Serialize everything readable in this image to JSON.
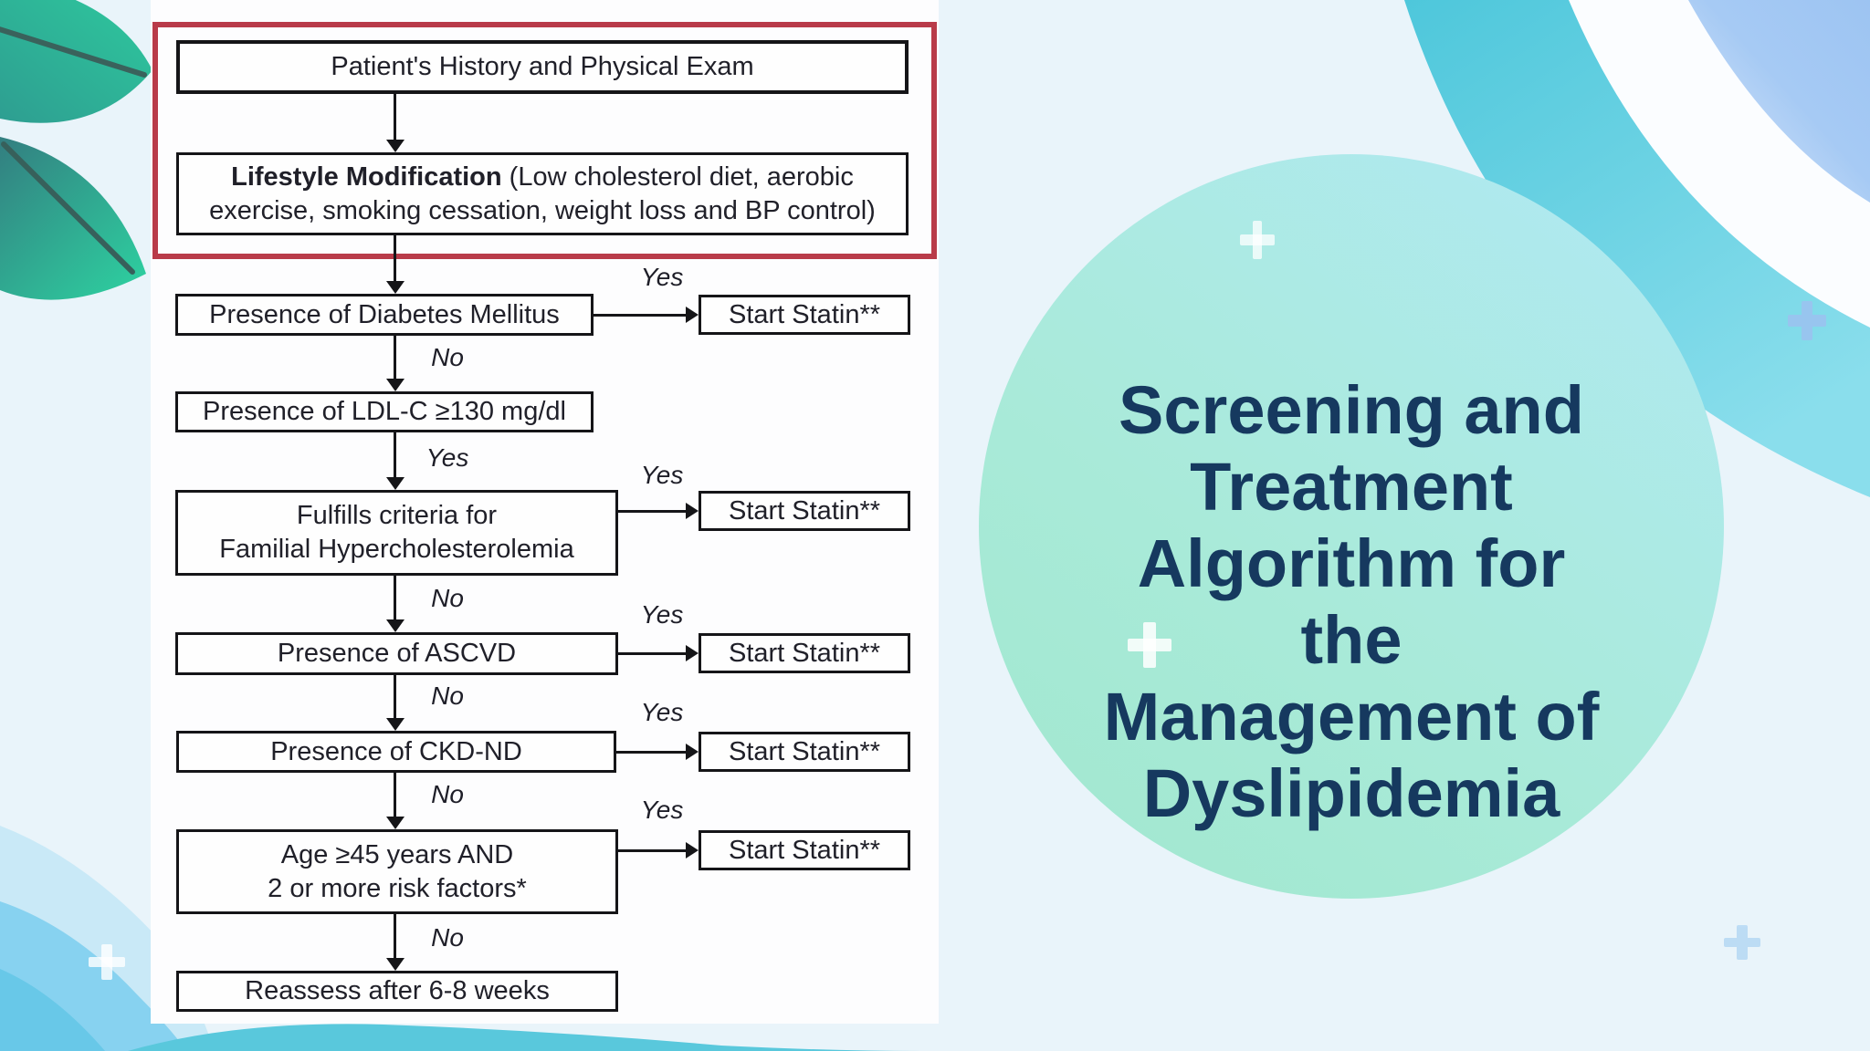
{
  "slide": {
    "title_lines": [
      "Screening and",
      "Treatment",
      "Algorithm for",
      "the",
      "Management of",
      "Dyslipidemia"
    ]
  },
  "flowchart": {
    "nodes": {
      "history": "Patient's History and Physical Exam",
      "lifestyle_bold": "Lifestyle Modification",
      "lifestyle_rest": " (Low cholesterol diet, aerobic exercise, smoking cessation, weight loss and BP control)",
      "diabetes": "Presence of Diabetes Mellitus",
      "ldl": "Presence of LDL-C ≥130 mg/dl",
      "fh_line1": "Fulfills criteria for",
      "fh_line2": "Familial Hypercholesterolemia",
      "ascvd": "Presence of ASCVD",
      "ckd": "Presence of CKD-ND",
      "age_line1": "Age ≥45 years AND",
      "age_line2": "2 or more risk factors*",
      "reassess": "Reassess after 6-8 weeks",
      "statin": "Start Statin**"
    },
    "labels": {
      "yes": "Yes",
      "no": "No"
    }
  },
  "colors": {
    "background": "#e9f4fa",
    "panel": "#fdfdfe",
    "highlight_frame_red": "#b93b49",
    "box_border": "#151518",
    "title_navy": "#16395f",
    "circle_mint": "#a9ead9",
    "corner_cyan": "#54cbde",
    "corner_blue": "#9dc4f2",
    "leaf_green": "#2ecb9e",
    "leaf_stem": "#3a625c",
    "wave_light_blue": "#c9e9f7",
    "wave_medium_blue": "#87d2f0",
    "wave_teal": "#59c8dc"
  }
}
